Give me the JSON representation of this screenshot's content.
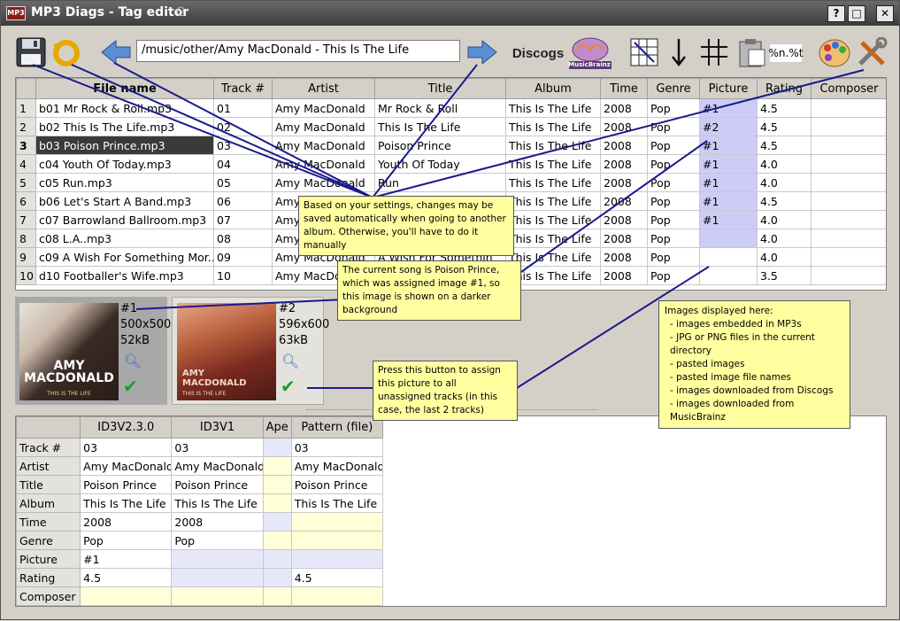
{
  "window": {
    "app_icon_text": "MP3",
    "title": "MP3 Diags - Tag editor",
    "buttons": [
      "?",
      "□",
      "✕"
    ]
  },
  "toolbar": {
    "path": "/music/other/Amy MacDonald - This Is The Life",
    "discogs_label": "Discogs",
    "musicbrainz_label": "MusicBrainz",
    "format_label": "%n.%t"
  },
  "songs": {
    "headers": [
      "File name",
      "Track #",
      "Artist",
      "Title",
      "Album",
      "Time",
      "Genre",
      "Picture",
      "Rating",
      "Composer"
    ],
    "rows": [
      {
        "n": "1",
        "file": "b01 Mr Rock & Roll.mp3",
        "track": "01",
        "artist": "Amy MacDonald",
        "title": "Mr Rock & Roll",
        "album": "This Is The Life",
        "time": "2008",
        "genre": "Pop",
        "picture": "#1",
        "rating": "4.5",
        "composer": ""
      },
      {
        "n": "2",
        "file": "b02 This Is The Life.mp3",
        "track": "02",
        "artist": "Amy MacDonald",
        "title": "This Is The Life",
        "album": "This Is The Life",
        "time": "2008",
        "genre": "Pop",
        "picture": "#2",
        "rating": "4.5",
        "composer": ""
      },
      {
        "n": "3",
        "file": "b03 Poison Prince.mp3",
        "track": "03",
        "artist": "Amy MacDonald",
        "title": "Poison Prince",
        "album": "This Is The Life",
        "time": "2008",
        "genre": "Pop",
        "picture": "#1",
        "rating": "4.5",
        "composer": ""
      },
      {
        "n": "4",
        "file": "c04 Youth Of Today.mp3",
        "track": "04",
        "artist": "Amy MacDonald",
        "title": "Youth Of Today",
        "album": "This Is The Life",
        "time": "2008",
        "genre": "Pop",
        "picture": "#1",
        "rating": "4.0",
        "composer": ""
      },
      {
        "n": "5",
        "file": "c05 Run.mp3",
        "track": "05",
        "artist": "Amy MacDonald",
        "title": "Run",
        "album": "This Is The Life",
        "time": "2008",
        "genre": "Pop",
        "picture": "#1",
        "rating": "4.0",
        "composer": ""
      },
      {
        "n": "6",
        "file": "b06 Let's Start A Band.mp3",
        "track": "06",
        "artist": "Amy",
        "title": "",
        "album": "This Is The Life",
        "time": "2008",
        "genre": "Pop",
        "picture": "#1",
        "rating": "4.5",
        "composer": ""
      },
      {
        "n": "7",
        "file": "c07 Barrowland Ballroom.mp3",
        "track": "07",
        "artist": "Amy",
        "title": "",
        "album": "This Is The Life",
        "time": "2008",
        "genre": "Pop",
        "picture": "#1",
        "rating": "4.0",
        "composer": ""
      },
      {
        "n": "8",
        "file": "c08 L.A..mp3",
        "track": "08",
        "artist": "Amy",
        "title": "",
        "album": "This Is The Life",
        "time": "2008",
        "genre": "Pop",
        "picture": "",
        "rating": "4.0",
        "composer": ""
      },
      {
        "n": "9",
        "file": "c09 A Wish For Something Mor...",
        "track": "09",
        "artist": "Amy MacDonald",
        "title": "A Wish For Somethin",
        "album": "This Is The Life",
        "time": "2008",
        "genre": "Pop",
        "picture": "",
        "rating": "4.0",
        "composer": ""
      },
      {
        "n": "10",
        "file": "d10 Footballer's Wife.mp3",
        "track": "10",
        "artist": "Amy MacDo",
        "title": "",
        "album": "This Is The Life",
        "time": "2008",
        "genre": "Pop",
        "picture": "",
        "rating": "3.5",
        "composer": ""
      }
    ]
  },
  "images": [
    {
      "num": "#1",
      "dims": "500x500",
      "size": "52kB",
      "cover_line1": "AMY",
      "cover_line2": "MACDONALD",
      "cover_line3": "THIS IS THE LIFE"
    },
    {
      "num": "#2",
      "dims": "596x600",
      "size": "63kB",
      "cover_line1": "AMY",
      "cover_line2": "MACDONALD",
      "cover_line3": "THIS IS THE LIFE"
    }
  ],
  "tags": {
    "headers": [
      "",
      "ID3V2.3.0",
      "ID3V1",
      "Ape",
      "Pattern (file)"
    ],
    "rows": [
      {
        "label": "Track #",
        "id3v2": "03",
        "id3v1": "03",
        "ape": "",
        "pattern": "03"
      },
      {
        "label": "Artist",
        "id3v2": "Amy MacDonald",
        "id3v1": "Amy MacDonald",
        "ape": "",
        "pattern": "Amy MacDonald"
      },
      {
        "label": "Title",
        "id3v2": "Poison Prince",
        "id3v1": "Poison Prince",
        "ape": "",
        "pattern": "Poison Prince"
      },
      {
        "label": "Album",
        "id3v2": "This Is The Life",
        "id3v1": "This Is The Life",
        "ape": "",
        "pattern": "This Is The Life"
      },
      {
        "label": "Time",
        "id3v2": "2008",
        "id3v1": "2008",
        "ape": "",
        "pattern": ""
      },
      {
        "label": "Genre",
        "id3v2": "Pop",
        "id3v1": "Pop",
        "ape": "",
        "pattern": ""
      },
      {
        "label": "Picture",
        "id3v2": "#1",
        "id3v1": "",
        "ape": "",
        "pattern": ""
      },
      {
        "label": "Rating",
        "id3v2": "4.5",
        "id3v1": "",
        "ape": "",
        "pattern": "4.5"
      },
      {
        "label": "Composer",
        "id3v2": "",
        "id3v1": "",
        "ape": "",
        "pattern": ""
      }
    ]
  },
  "notes": {
    "save": "Based on your settings, changes may be saved automatically when going to another album. Otherwise, you'll have to do it manually",
    "current": "The current song is Poison Prince, which was assigned image #1, so this image is shown on a darker background",
    "assign": "Press this button to assign this picture to all unassigned tracks (in this case, the last 2 tracks)",
    "images_title": "Images displayed here:",
    "images_items": [
      "- images embedded in MP3s",
      "- JPG or PNG files in the current directory",
      "- pasted images",
      "- pasted image file names",
      "- images downloaded from Discogs",
      "- images downloaded from MusicBrainz"
    ]
  },
  "colors": {
    "picture_cell": "#ccccf7",
    "note_bg": "#ffffa0",
    "annotation_line": "#1a1a8c",
    "current_row": "#3a3a3a"
  }
}
